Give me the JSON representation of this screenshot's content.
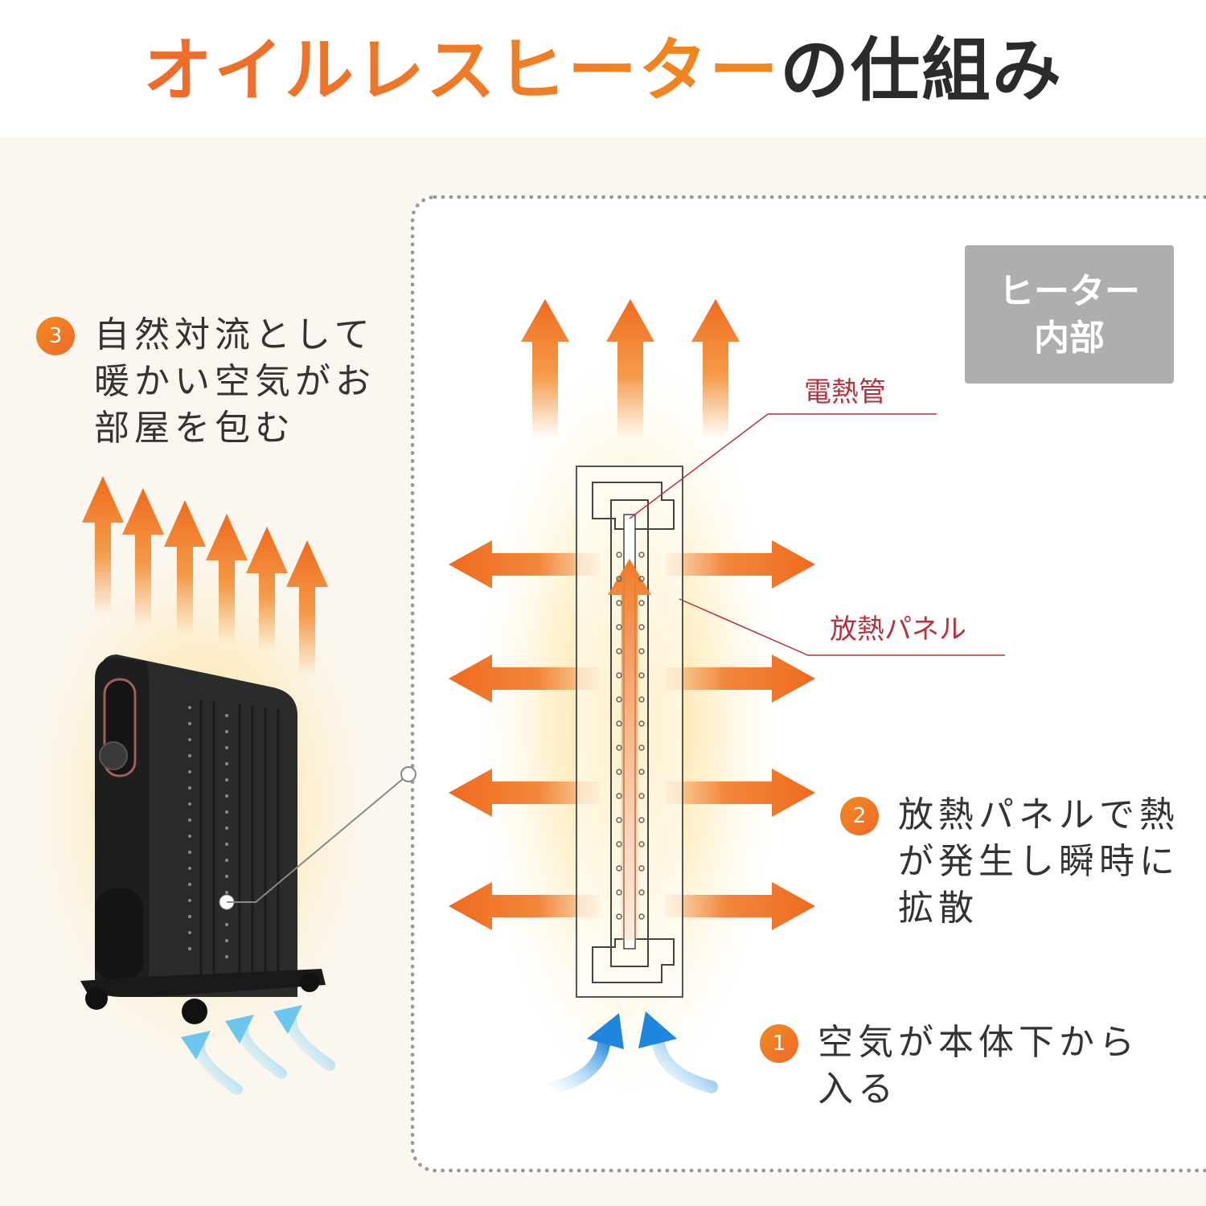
{
  "title": {
    "accent": "オイルレスヒーター",
    "rest": "の仕組み"
  },
  "inner_tag": {
    "line1": "ヒーター",
    "line2": "内部"
  },
  "labels": {
    "heating_tube": "電熱管",
    "radiator_panel": "放熱パネル"
  },
  "steps": [
    {
      "number": "1",
      "lines": [
        "空気が本体下から",
        "入る"
      ]
    },
    {
      "number": "2",
      "lines": [
        "放熱パネルで熱",
        "が発生し瞬時に",
        "拡散"
      ]
    },
    {
      "number": "3",
      "lines": [
        "自然対流として",
        "暖かい空気がお",
        "部屋を包む"
      ]
    }
  ],
  "colors": {
    "accent_orange": "#ef6a2c",
    "label_red": "#b6323c",
    "intake_blue": "#3aa0e0",
    "heater_body": "#2b2b2b",
    "tag_gray": "#aeaeae"
  },
  "icons": [
    "heater-product-image",
    "warm-air-arrow-icon",
    "intake-air-arrow-icon",
    "heat-spread-arrow-icon"
  ]
}
